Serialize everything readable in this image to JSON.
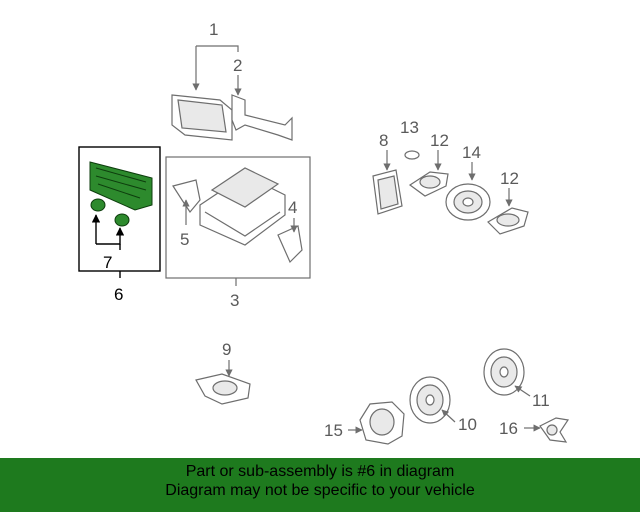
{
  "callouts": {
    "c1": "1",
    "c2": "2",
    "c3": "3",
    "c4": "4",
    "c5": "5",
    "c6": "6",
    "c7": "7",
    "c8": "8",
    "c9": "9",
    "c10": "10",
    "c11": "11",
    "c12a": "12",
    "c12b": "12",
    "c13": "13",
    "c14": "14",
    "c15": "15",
    "c16": "16"
  },
  "highlight_color": "#1e7a1e",
  "banner": {
    "line1": "Part or sub-assembly is #6 in diagram",
    "line2": "Diagram may not be specific to your vehicle"
  }
}
